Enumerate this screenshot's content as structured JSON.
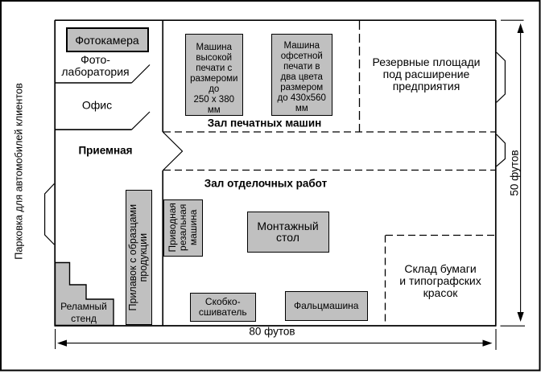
{
  "colors": {
    "background": "#ffffff",
    "line": "#000000",
    "box_fill": "#c0c0c0"
  },
  "rooms": {
    "parking": "Парковка для автомобилей клиентов",
    "photo_lab": "Фото-\nлаборатория",
    "office": "Офис",
    "reception": "Приемная",
    "printing_hall": "Зал печатных машин",
    "finishing_hall": "Зал отделочных работ",
    "reserve_area": "Резервные площади\nпод расширение\nпредприятия",
    "paper_warehouse": "Склад бумаги\nи типографских\nкрасок"
  },
  "equipment": {
    "photo_camera": "Фотокамера",
    "letterpress_machine": "Машина\nвысокой\nпечати с\nразмероми\nдо\n250 x 380\nмм",
    "offset_machine": "Машина\nофсетной\nпечати в\nдва цвета\nразмером\nдо 430x560\nмм",
    "cutting_machine": "Приводная\nрезальная\nмашина",
    "samples_counter": "Прилавок с образцами\nпродукции",
    "mounting_table": "Монтажный\nстол",
    "stapler": "Скобко-\nсшиватель",
    "folding_machine": "Фальцмашина",
    "ad_stand": "Реламный\nстенд"
  },
  "dimensions": {
    "width_label": "80 футов",
    "height_label": "50 футов"
  }
}
